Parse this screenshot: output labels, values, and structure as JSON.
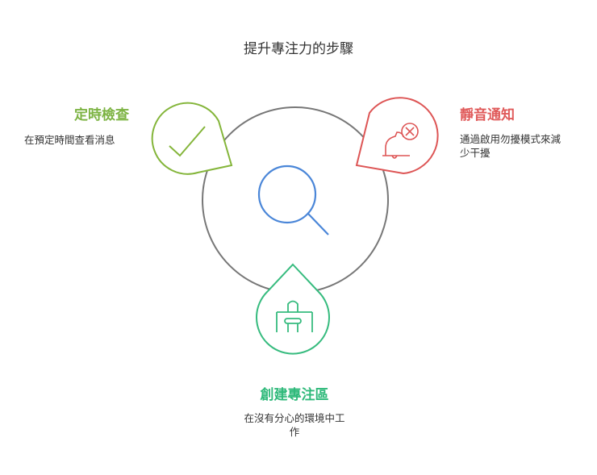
{
  "title": "提升專注力的步驟",
  "colors": {
    "green": "#84b53a",
    "red": "#dd5555",
    "teal": "#36bb7e",
    "blue": "#4a86d8",
    "gray": "#777777"
  },
  "center": {
    "icon": "search-icon"
  },
  "steps": [
    {
      "label": "定時檢查",
      "description": "在預定時間查看消息",
      "icon": "checkmark-icon",
      "color": "#84b53a"
    },
    {
      "label": "靜音通知",
      "description_line1": "通過啟用勿擾模式來減",
      "description_line2": "少干擾",
      "icon": "bell-off-icon",
      "color": "#dd5555"
    },
    {
      "label": "創建專注區",
      "description_line1": "在沒有分心的環境中工",
      "description_line2": "作",
      "icon": "desk-chair-icon",
      "color": "#36bb7e"
    }
  ]
}
